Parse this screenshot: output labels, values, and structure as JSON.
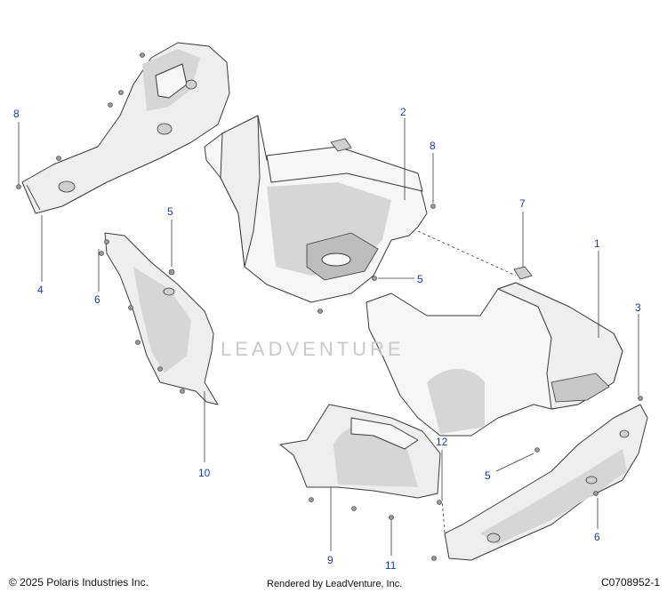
{
  "callouts": {
    "c1": "1",
    "c2": "2",
    "c3": "3",
    "c4": "4",
    "c5a": "5",
    "c5b": "5",
    "c5c": "5",
    "c6a": "6",
    "c6b": "6",
    "c7": "7",
    "c8a": "8",
    "c8b": "8",
    "c9": "9",
    "c10": "10",
    "c11": "11",
    "c12": "12"
  },
  "watermark": "LEADVENTURE",
  "footer": {
    "copyright": "© 2025 Polaris Industries Inc.",
    "rendered": "Rendered by LeadVenture, Inc.",
    "code": "C0708952-1"
  }
}
